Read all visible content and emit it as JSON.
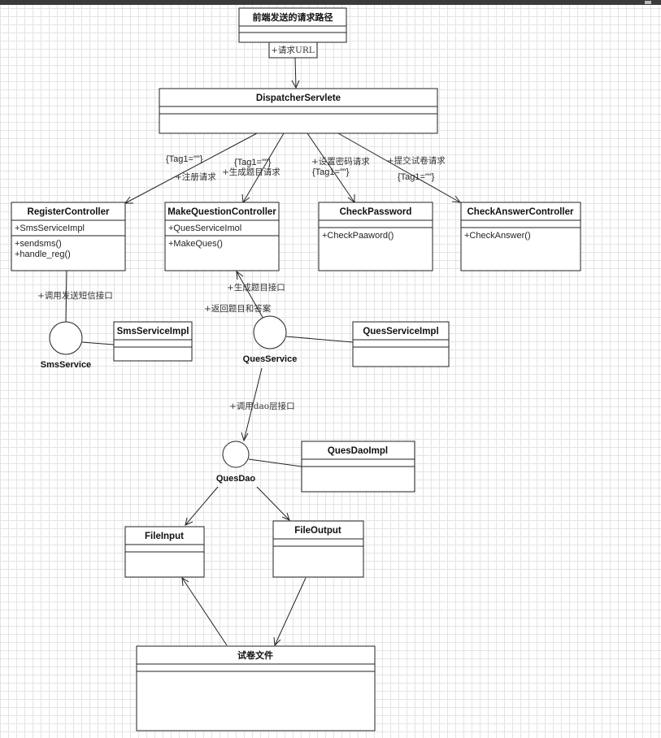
{
  "classes": {
    "front": {
      "name": "前端发送的请求路径",
      "members": []
    },
    "dispatcher": {
      "name": "DispatcherServlete",
      "members": []
    },
    "register": {
      "name": "RegisterController",
      "attrs": [
        "+SmsServiceImpl"
      ],
      "methods": [
        "+sendsms()",
        "+handle_reg()"
      ]
    },
    "makeq": {
      "name": "MakeQuestionController",
      "attrs": [
        "+QuesServiceImol"
      ],
      "methods": [
        "+MakeQues()"
      ]
    },
    "checkpwd": {
      "name": "CheckPassword",
      "attrs": [],
      "methods": [
        "+CheckPaaword()"
      ]
    },
    "checkans": {
      "name": "CheckAnswerController",
      "attrs": [],
      "methods": [
        "+CheckAnswer()"
      ]
    },
    "smsimpl": {
      "name": "SmsServiceImpl"
    },
    "quesimpl": {
      "name": "QuesServiceImpl"
    },
    "daoimpl": {
      "name": "QuesDaoImpl"
    },
    "filein": {
      "name": "FileInput"
    },
    "fileout": {
      "name": "FileOutput"
    },
    "paper": {
      "name": "试卷文件"
    }
  },
  "interfaces": {
    "sms": "SmsService",
    "ques": "QuesService",
    "dao": "QuesDao"
  },
  "labels": {
    "url": "+请求URL",
    "tag_reg": "{Tag1=\"\"}",
    "reg_req": "+注册请求",
    "tag_make": "{Tag1=\"\"}",
    "make_req": "+生成题目请求",
    "pwd_req": "+设置密码请求",
    "tag_pwd": "{Tag1=\"\"}",
    "ans_req": "+提交试卷请求",
    "tag_ans": "{Tag1=\"\"}",
    "sms_call": "+调用发送短信接口",
    "gen_iface": "+生成题目接口",
    "ret_ques": "+返回题目和答案",
    "dao_call": "+调用dao层接口"
  }
}
